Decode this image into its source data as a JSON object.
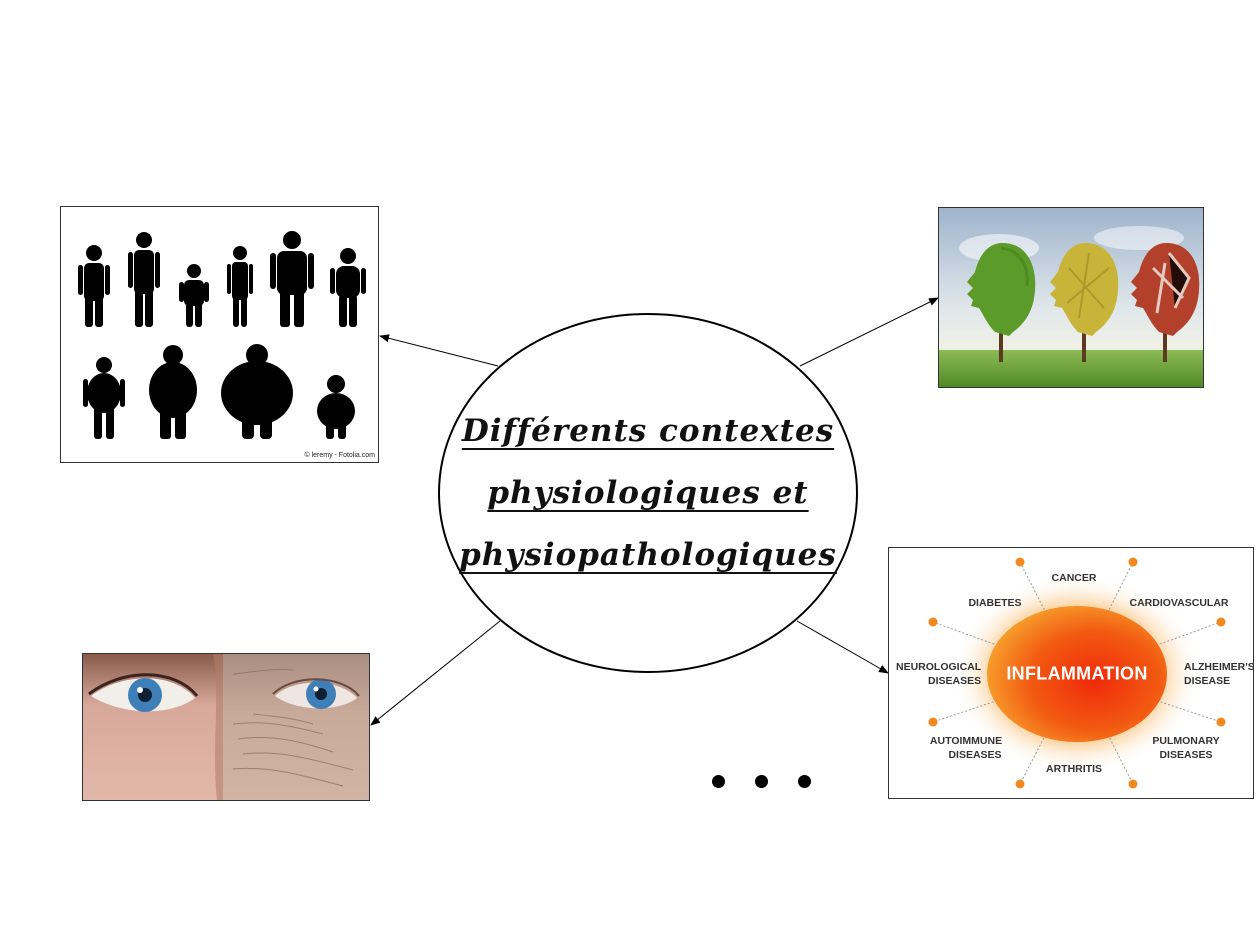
{
  "center": {
    "line1": "Différents contextes",
    "line2": "physiologiques et",
    "line3": "physiopathologiques"
  },
  "panels": {
    "body_types": {
      "credit": "© leremy - Fotolia.com",
      "icon": "body-types-icon"
    },
    "brain_aging": {
      "icon": "tree-heads-icon"
    },
    "skin_aging": {
      "icon": "eyes-aging-icon"
    },
    "inflammation": {
      "center": "INFLAMMATION",
      "labels": {
        "cancer": "CANCER",
        "cardiovascular": "CARDIOVASCULAR",
        "diabetes": "DIABETES",
        "alzheimer_1": "ALZHEIMER'S",
        "alzheimer_2": "DISEASE",
        "neuro_1": "NEUROLOGICAL",
        "neuro_2": "DISEASES",
        "autoimmune_1": "AUTOIMMUNE",
        "autoimmune_2": "DISEASES",
        "pulmonary_1": "PULMONARY",
        "pulmonary_2": "DISEASES",
        "arthritis": "ARTHRITIS"
      },
      "colors": {
        "core": "#f04010",
        "halo": "#f7a030",
        "dot": "#f08a20"
      }
    }
  },
  "colors": {
    "stroke": "#000000",
    "foliage_green": "#5c9a2a",
    "foliage_yellow": "#c9b43a",
    "foliage_red": "#b3402a",
    "eye_blue": "#3f7fb8"
  }
}
